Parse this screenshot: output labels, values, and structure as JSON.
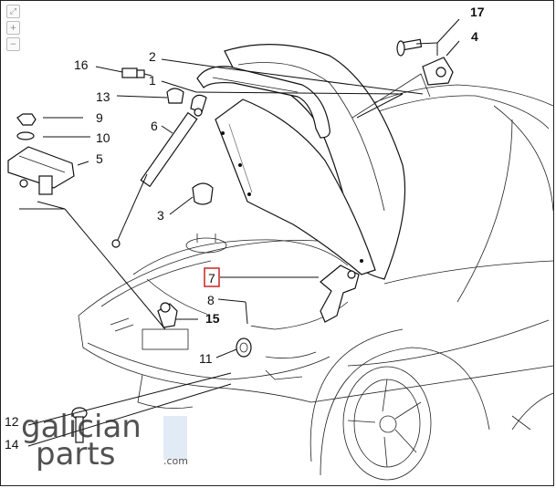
{
  "toolbar": {
    "icons": [
      "fullscreen-icon",
      "zoom-in-icon",
      "zoom-out-icon"
    ]
  },
  "callouts": {
    "c1": "1",
    "c2": "2",
    "c3": "3",
    "c4": "4",
    "c5": "5",
    "c6": "6",
    "c7": "7",
    "c8": "8",
    "c9": "9",
    "c10": "10",
    "c11": "11",
    "c12": "12",
    "c13": "13",
    "c14": "14",
    "c15": "15",
    "c16": "16",
    "c17": "17"
  },
  "highlight_color": "#cc2222",
  "watermark": {
    "line1": "galician",
    "line2": "parts",
    "suffix": ".com"
  }
}
